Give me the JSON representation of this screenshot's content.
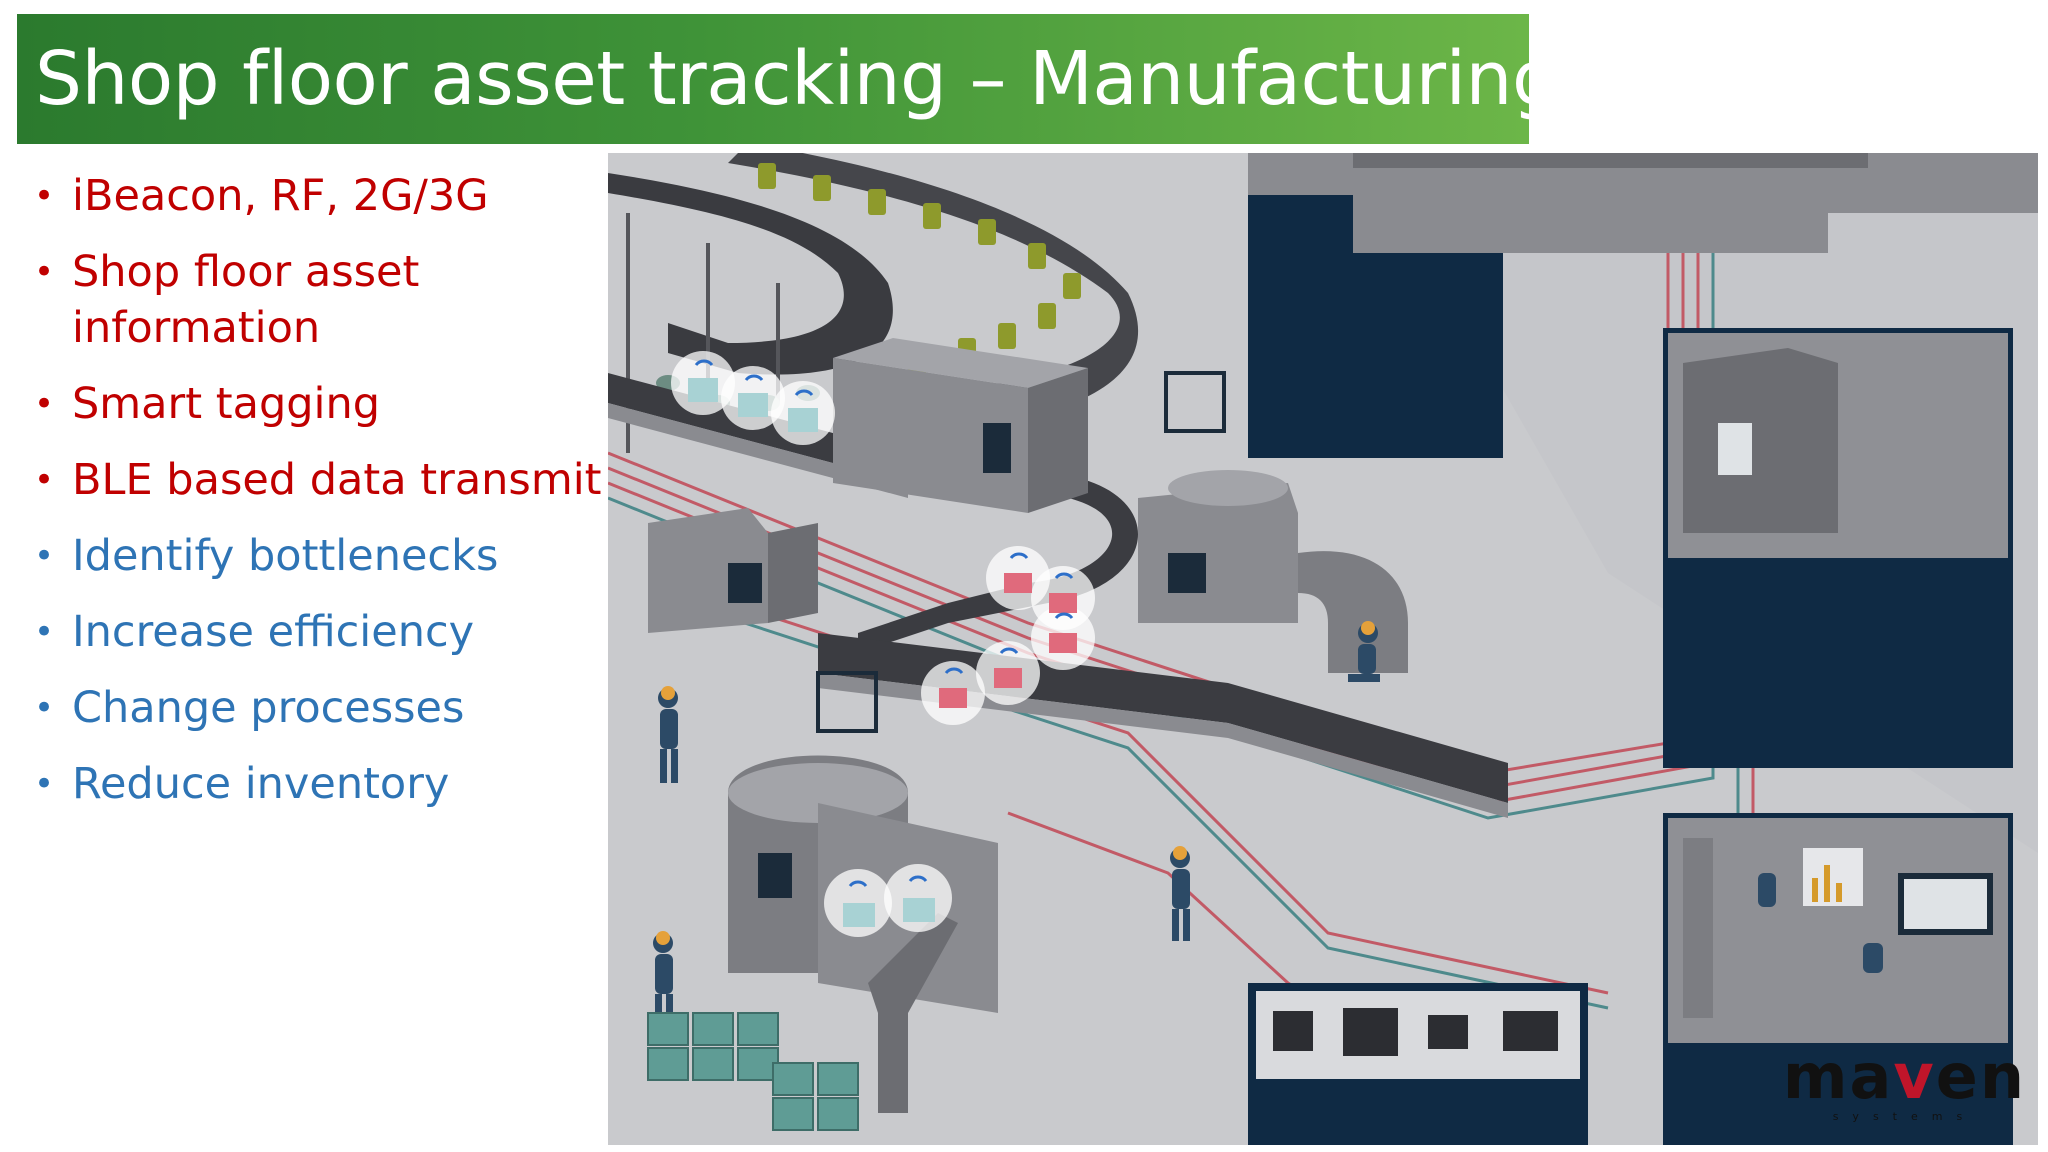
{
  "slide": {
    "title": "Shop floor asset tracking – Manufacturing",
    "bullets_red": [
      "iBeacon, RF, 2G/3G",
      "Shop floor asset information",
      "Smart tagging",
      "BLE based data transmit"
    ],
    "bullets_blue": [
      "Identify bottlenecks",
      "Increase efficiency",
      "Change processes",
      "Reduce inventory"
    ]
  },
  "logo": {
    "word_pre": "ma",
    "word_v": "v",
    "word_post": "en",
    "subtitle": "systems"
  },
  "colors": {
    "title_gradient_start": "#2b7a2e",
    "title_gradient_end": "#6cb648",
    "bullet_red": "#c00000",
    "bullet_blue": "#2e74b5",
    "panel_navy": "#0f2a44",
    "machine_gray": "#7c7d82",
    "cable_red": "#c25a66"
  }
}
